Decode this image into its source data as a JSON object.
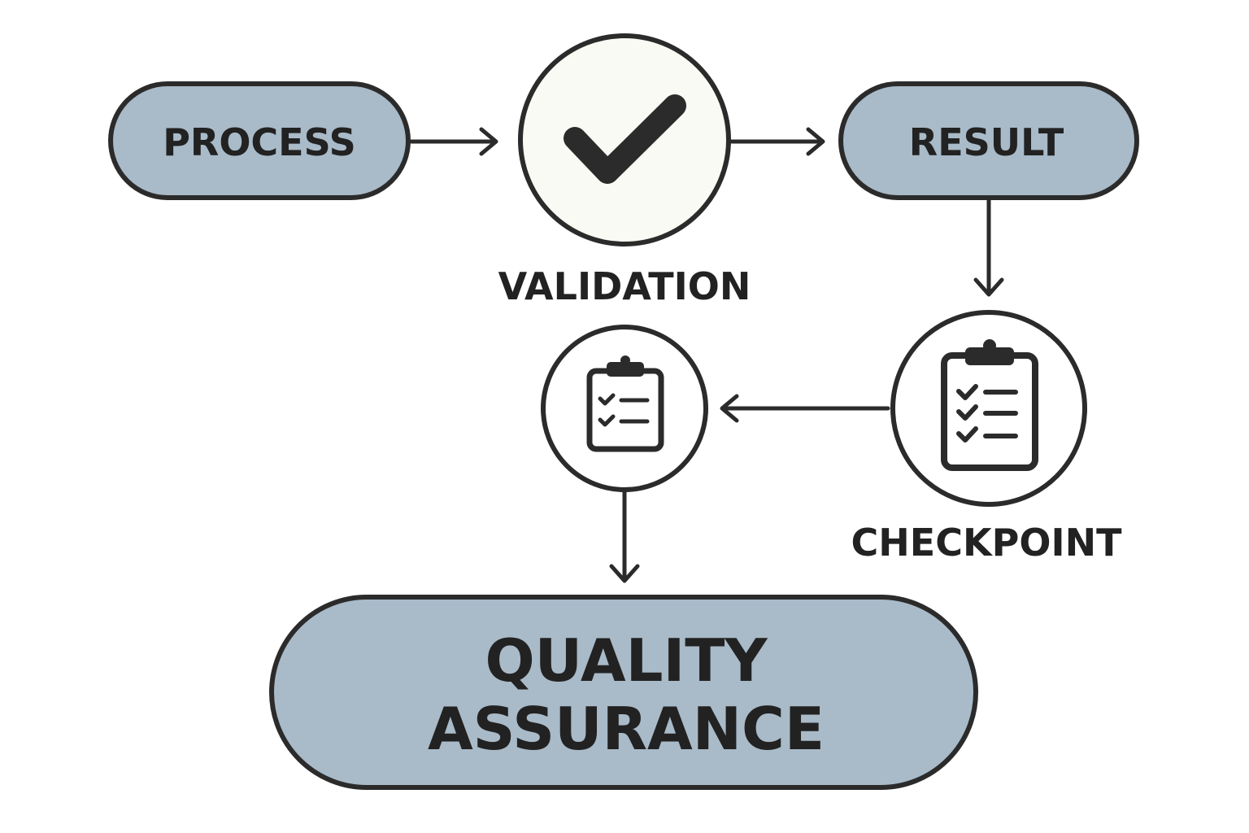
{
  "nodes": {
    "process": "PROCESS",
    "validation": "VALIDATION",
    "result": "RESULT",
    "checkpoint": "CHECKPOINT",
    "quality_assurance_line1": "QUALITY",
    "quality_assurance_line2": "ASSURANCE"
  },
  "icons": {
    "validation": "checkmark-icon",
    "checkpoint": "clipboard-checklist-icon",
    "review": "clipboard-checklist-icon"
  },
  "colors": {
    "pill_fill": "#a9bac8",
    "check_circle_fill": "#fafaf5",
    "outline": "#2b2b2b",
    "text": "#222222",
    "background": "#ffffff"
  }
}
